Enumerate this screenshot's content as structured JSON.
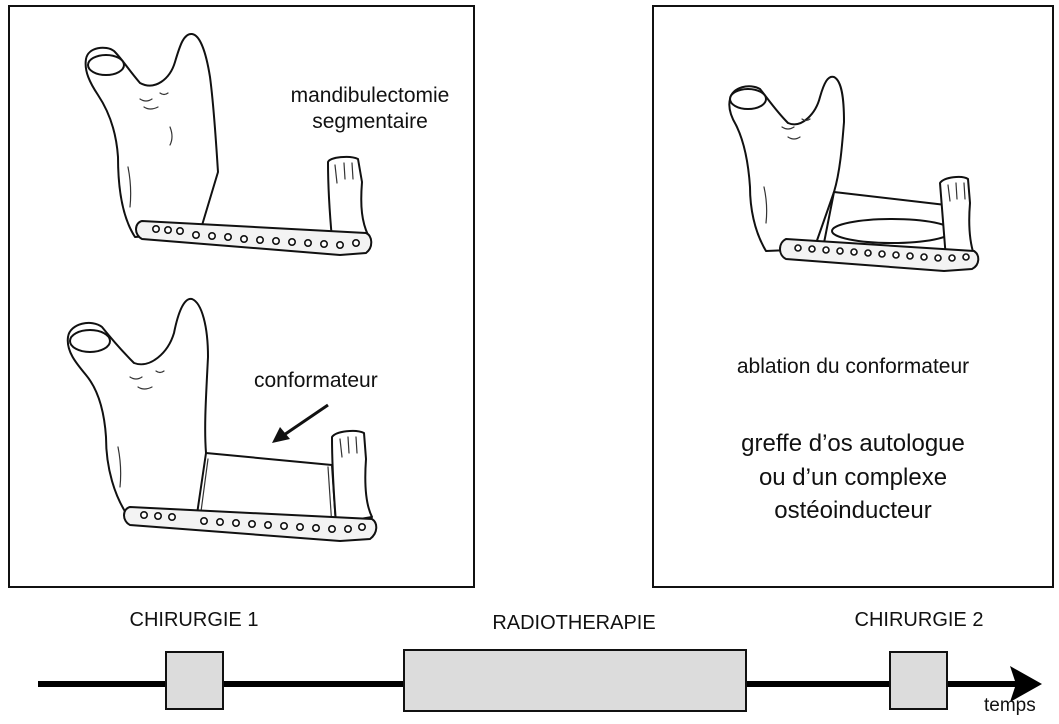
{
  "panels": {
    "left": {
      "top_label_line1": "mandibulectomie",
      "top_label_line2": "segmentaire",
      "bottom_label": "conformateur"
    },
    "right": {
      "label_1": "ablation du conformateur",
      "label_2_line1": "greffe d’os autologue",
      "label_2_line2": "ou d’un complexe",
      "label_2_line3": "ostéoinducteur"
    }
  },
  "timeline": {
    "phases": [
      {
        "label": "CHIRURGIE 1"
      },
      {
        "label": "RADIOTHERAPIE"
      },
      {
        "label": "CHIRURGIE 2"
      }
    ],
    "axis_label": "temps"
  }
}
